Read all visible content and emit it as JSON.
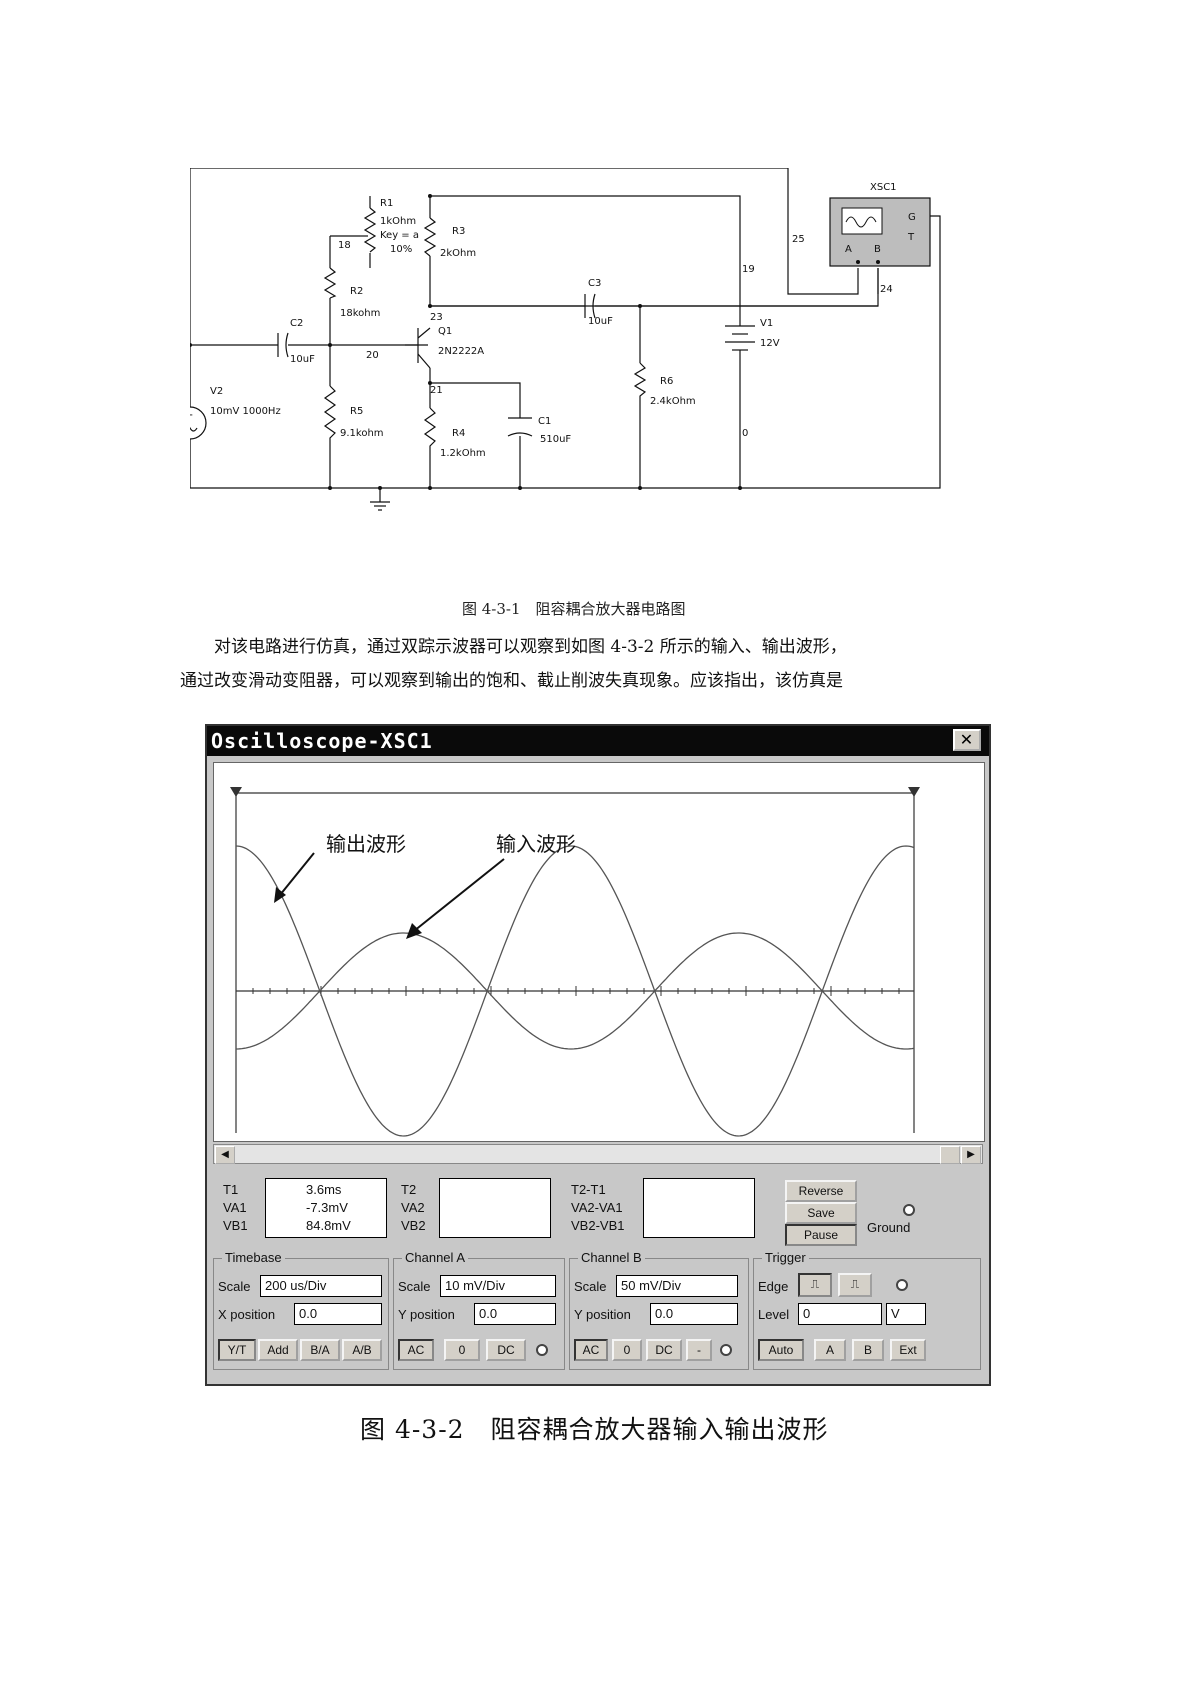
{
  "circuit": {
    "oscilloscope_name": "XSC1",
    "scope_terminals": {
      "a": "A",
      "b": "B",
      "g": "G",
      "t": "T"
    },
    "nodes": {
      "n25": "25",
      "n19": "19",
      "n24": "24",
      "n18": "18",
      "n20": "20",
      "n23": "23",
      "n21": "21",
      "n0": "0"
    },
    "r1": {
      "name": "R1",
      "value": "1kOhm",
      "key": "Key = a",
      "percent": "10%"
    },
    "r3": {
      "name": "R3",
      "value": "2kOhm"
    },
    "r2": {
      "name": "R2",
      "value": "18kohm"
    },
    "c2": {
      "name": "C2",
      "value": "10uF"
    },
    "q1": {
      "name": "Q1",
      "value": "2N2222A"
    },
    "c3": {
      "name": "C3",
      "value": "10uF"
    },
    "v1": {
      "name": "V1",
      "value": "12V"
    },
    "v2": {
      "name": "V2",
      "value": "10mV 1000Hz"
    },
    "r5": {
      "name": "R5",
      "value": "9.1kohm"
    },
    "r4": {
      "name": "R4",
      "value": "1.2kOhm"
    },
    "c1": {
      "name": "C1",
      "value": "510uF"
    },
    "r6": {
      "name": "R6",
      "value": "2.4kOhm"
    }
  },
  "caption1": "图 4-3-1　阻容耦合放大器电路图",
  "paragraph": {
    "line1": "对该电路进行仿真，通过双踪示波器可以观察到如图 4-3-2 所示的输入、输出波形，",
    "line2": "通过改变滑动变阻器，可以观察到输出的饱和、截止削波失真现象。应该指出，该仿真是"
  },
  "oscilloscope": {
    "title": "Oscilloscope-XSC1",
    "close_glyph": "✕",
    "annotations": {
      "output": "输出波形",
      "input": "输入波形"
    },
    "readout": {
      "t1_label": "T1",
      "t1": "3.6ms",
      "va1_label": "VA1",
      "va1": "-7.3mV",
      "vb1_label": "VB1",
      "vb1": "84.8mV",
      "t2_label": "T2",
      "va2_label": "VA2",
      "vb2_label": "VB2",
      "t2t1_label": "T2-T1",
      "va2va1_label": "VA2-VA1",
      "vb2vb1_label": "VB2-VB1"
    },
    "buttons": {
      "reverse": "Reverse",
      "save": "Save",
      "pause": "Pause",
      "ground": "Ground"
    },
    "timebase": {
      "title": "Timebase",
      "scale_label": "Scale",
      "scale": "200 us/Div",
      "xpos_label": "X position",
      "xpos": "0.0",
      "yt": "Y/T",
      "add": "Add",
      "ba": "B/A",
      "ab": "A/B"
    },
    "channel_a": {
      "title": "Channel A",
      "scale_label": "Scale",
      "scale": "10 mV/Div",
      "ypos_label": "Y position",
      "ypos": "0.0",
      "ac": "AC",
      "zero": "0",
      "dc": "DC"
    },
    "channel_b": {
      "title": "Channel B",
      "scale_label": "Scale",
      "scale": "50 mV/Div",
      "ypos_label": "Y position",
      "ypos": "0.0",
      "ac": "AC",
      "zero": "0",
      "dc": "DC",
      "minus": "-"
    },
    "trigger": {
      "title": "Trigger",
      "edge_label": "Edge",
      "level_label": "Level",
      "level": "0",
      "unit": "V",
      "auto": "Auto",
      "a": "A",
      "b": "B",
      "ext": "Ext"
    }
  },
  "caption2": "图 4-3-2　阻容耦合放大器输入输出波形"
}
